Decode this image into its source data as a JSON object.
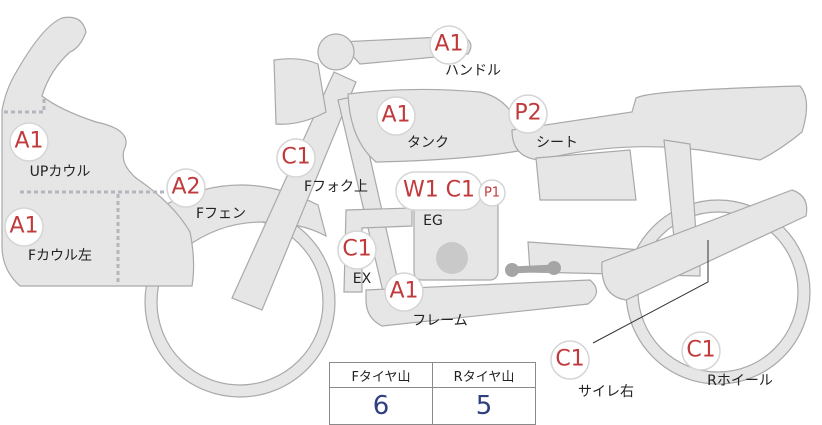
{
  "parts": [
    {
      "id": "handle",
      "grade": "A1",
      "label": "ハンドル"
    },
    {
      "id": "tank",
      "grade": "A1",
      "label": "タンク"
    },
    {
      "id": "seat",
      "grade": "P2",
      "label": "シート"
    },
    {
      "id": "up-cowl",
      "grade": "A1",
      "label": "UPカウル"
    },
    {
      "id": "f-fender",
      "grade": "A2",
      "label": "Fフェン"
    },
    {
      "id": "f-fork-upper",
      "grade": "C1",
      "label": "Fフォク上"
    },
    {
      "id": "f-cowl-left",
      "grade": "A1",
      "label": "Fカウル左"
    },
    {
      "id": "eg",
      "grade": "W1 C1",
      "extra_grade": "P1",
      "label": "EG"
    },
    {
      "id": "ex",
      "grade": "C1",
      "label": "EX"
    },
    {
      "id": "frame",
      "grade": "A1",
      "label": "フレーム"
    },
    {
      "id": "silencer-right",
      "grade": "C1",
      "label": "サイレ右"
    },
    {
      "id": "r-wheel",
      "grade": "C1",
      "label": "Rホイール"
    }
  ],
  "tire_tread": {
    "front_label": "Fタイヤ山",
    "rear_label": "Rタイヤ山",
    "front_value": "6",
    "rear_value": "5"
  }
}
